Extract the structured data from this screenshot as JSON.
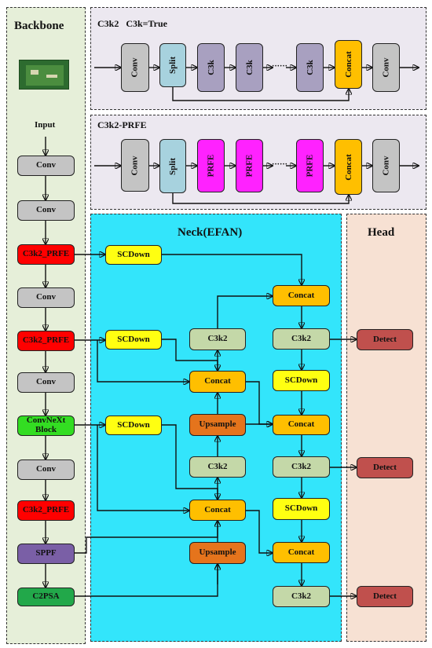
{
  "backbone": {
    "title": "Backbone",
    "input_label": "Input",
    "blocks": [
      "Conv",
      "Conv",
      "C3k2_PRFE",
      "Conv",
      "C3k2_PRFE",
      "Conv",
      "ConvNeXt Block",
      "Conv",
      "C3k2_PRFE",
      "SPPF",
      "C2PSA"
    ]
  },
  "c3k2": {
    "title": "C3k2   C3k=True",
    "blocks": [
      "Conv",
      "Split",
      "C3k",
      "C3k",
      "······",
      "C3k",
      "Concat",
      "Conv"
    ]
  },
  "c3k2_prfe": {
    "title": "C3k2-PRFE",
    "blocks": [
      "Conv",
      "Split",
      "PRFE",
      "PRFE",
      "······",
      "PRFE",
      "Concat",
      "Conv"
    ]
  },
  "neck": {
    "title": "Neck(EFAN)",
    "scdown_left": [
      "SCDown",
      "SCDown",
      "SCDown"
    ],
    "mid_column": [
      "C3k2",
      "Concat",
      "Upsample",
      "C3k2",
      "Concat",
      "Upsample"
    ],
    "right_column": [
      "Concat",
      "C3k2",
      "SCDown",
      "Concat",
      "C3k2",
      "SCDown",
      "Concat",
      "C3k2"
    ]
  },
  "head": {
    "title": "Head",
    "detect": [
      "Detect",
      "Detect",
      "Detect"
    ]
  },
  "colors": {
    "backbone_bg": "#e6efd9",
    "module_bg": "#ece8f0",
    "neck_bg": "#33e5fb",
    "head_bg": "#f7e1d3",
    "conv_gray": "#c4c4c4",
    "prfe_red": "#ff0000",
    "convnext_green": "#33dd22",
    "sppf_purple": "#7a5fa6",
    "c2psa_green": "#22a84a",
    "split_blue": "#a7d2de",
    "c3k_purple": "#a8a0c0",
    "prfe_magenta": "#ff22ff",
    "concat_orange": "#ffbf00",
    "scdown_yellow": "#ffff11",
    "c3k2_green": "#c4d8a8",
    "upsample_orange": "#e5741c",
    "detect_red": "#c0504d"
  }
}
